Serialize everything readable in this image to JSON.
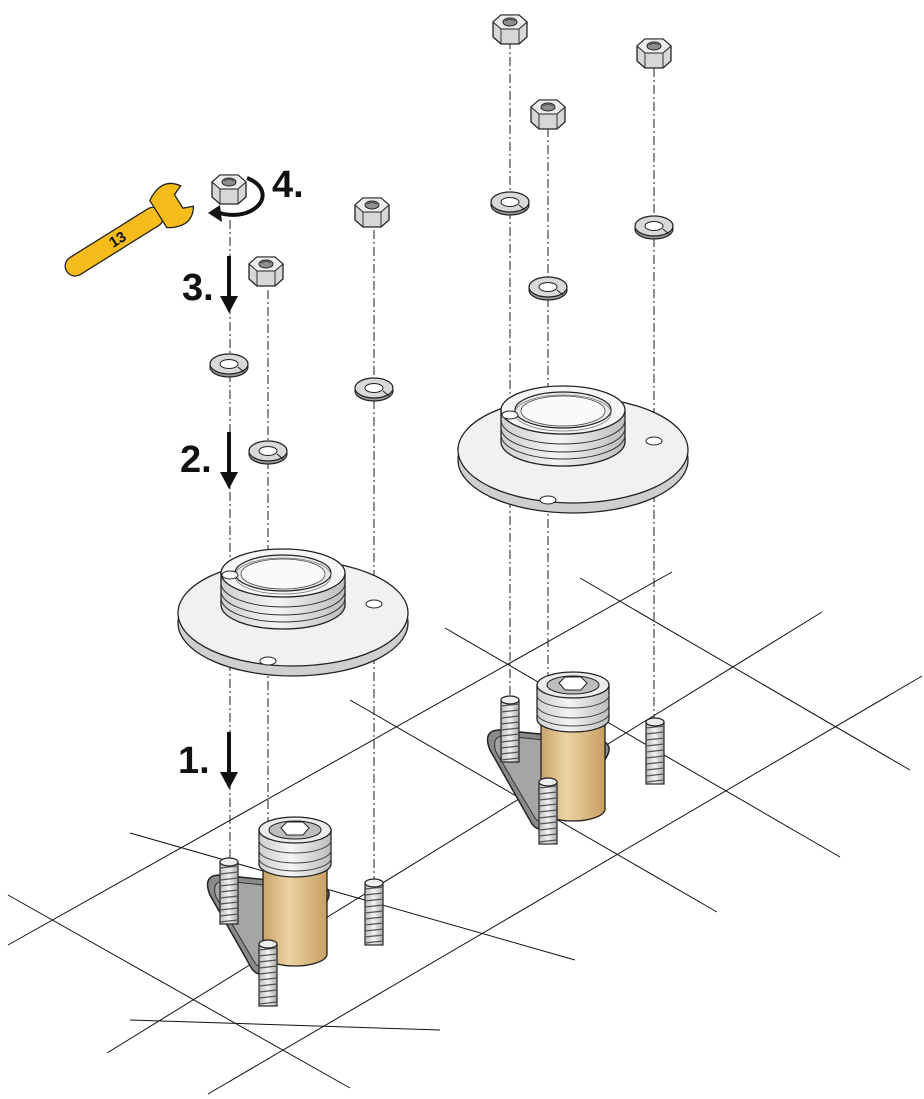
{
  "steps": [
    {
      "label": "1."
    },
    {
      "label": "2."
    },
    {
      "label": "3."
    },
    {
      "label": "4."
    }
  ],
  "wrench": {
    "size_label": "13"
  },
  "colors": {
    "wrench": "#f5bc1c",
    "pillar": "#e3c189",
    "metal": "#e6e6e6",
    "base_plate": "#8c8c8c",
    "line": "#111111"
  },
  "icons": [
    "wrench-icon",
    "rotate-arrow-icon",
    "down-arrow-icon",
    "hex-nut-icon",
    "spring-washer-icon",
    "flange-icon",
    "threaded-stud-icon"
  ]
}
